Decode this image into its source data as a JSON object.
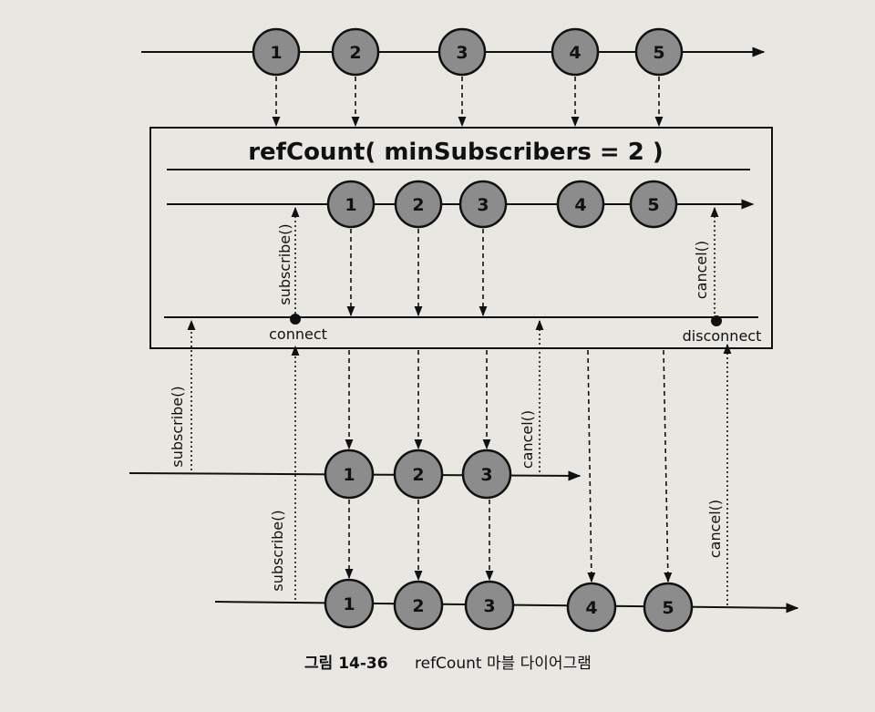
{
  "operator": {
    "title": "refCount( minSubscribers = 2 )"
  },
  "source_stream": {
    "items": [
      "1",
      "2",
      "3",
      "4",
      "5"
    ]
  },
  "connectable_stream": {
    "items": [
      "1",
      "2",
      "3",
      "4",
      "5"
    ],
    "connect_label": "connect",
    "disconnect_label": "disconnect",
    "subscribe_label": "subscribe()",
    "cancel_label": "cancel()"
  },
  "subscriber_1": {
    "items": [
      "1",
      "2",
      "3"
    ],
    "subscribe_label": "subscribe()",
    "cancel_label": "cancel()"
  },
  "subscriber_2": {
    "items": [
      "1",
      "2",
      "3",
      "4",
      "5"
    ],
    "subscribe_label": "subscribe()",
    "cancel_label": "cancel()"
  },
  "caption": {
    "figure_number": "그림 14-36",
    "text": "refCount 마블 다이어그램"
  },
  "colors": {
    "marble_fill": "#8c8c8c",
    "stroke": "#111111",
    "background": "#e9e7e2"
  }
}
